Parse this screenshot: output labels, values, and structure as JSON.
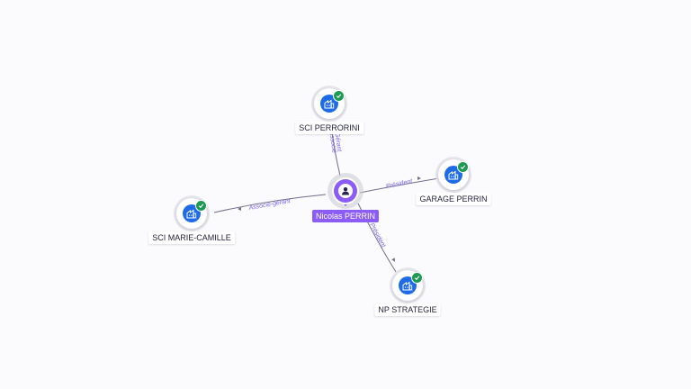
{
  "center": {
    "name": "Nicolas PERRIN",
    "icon": "person-icon",
    "color": "#8b5cf6"
  },
  "companies": [
    {
      "id": "sci-perrorini",
      "name": "SCI PERRORINI",
      "icon": "building-icon",
      "verified": true
    },
    {
      "id": "garage-perrin",
      "name": "GARAGE PERRIN",
      "icon": "building-icon",
      "verified": true
    },
    {
      "id": "sci-marie-camille",
      "name": "SCI MARIE-CAMILLE",
      "icon": "building-icon",
      "verified": true
    },
    {
      "id": "np-strategie",
      "name": "NP STRATEGIE",
      "icon": "building-icon",
      "verified": true
    }
  ],
  "relations": [
    {
      "to": "sci-perrorini",
      "labels": [
        "Gérant",
        "Associé"
      ]
    },
    {
      "to": "garage-perrin",
      "labels": [
        "Président"
      ]
    },
    {
      "to": "sci-marie-camille",
      "labels": [
        "Associé-gérant"
      ]
    },
    {
      "to": "np-strategie",
      "labels": [
        "Président"
      ]
    }
  ],
  "colors": {
    "company": "#1e6be6",
    "verified": "#1d9b52",
    "edge": "#6f6f8a",
    "edge_label": "#7a65e6"
  }
}
